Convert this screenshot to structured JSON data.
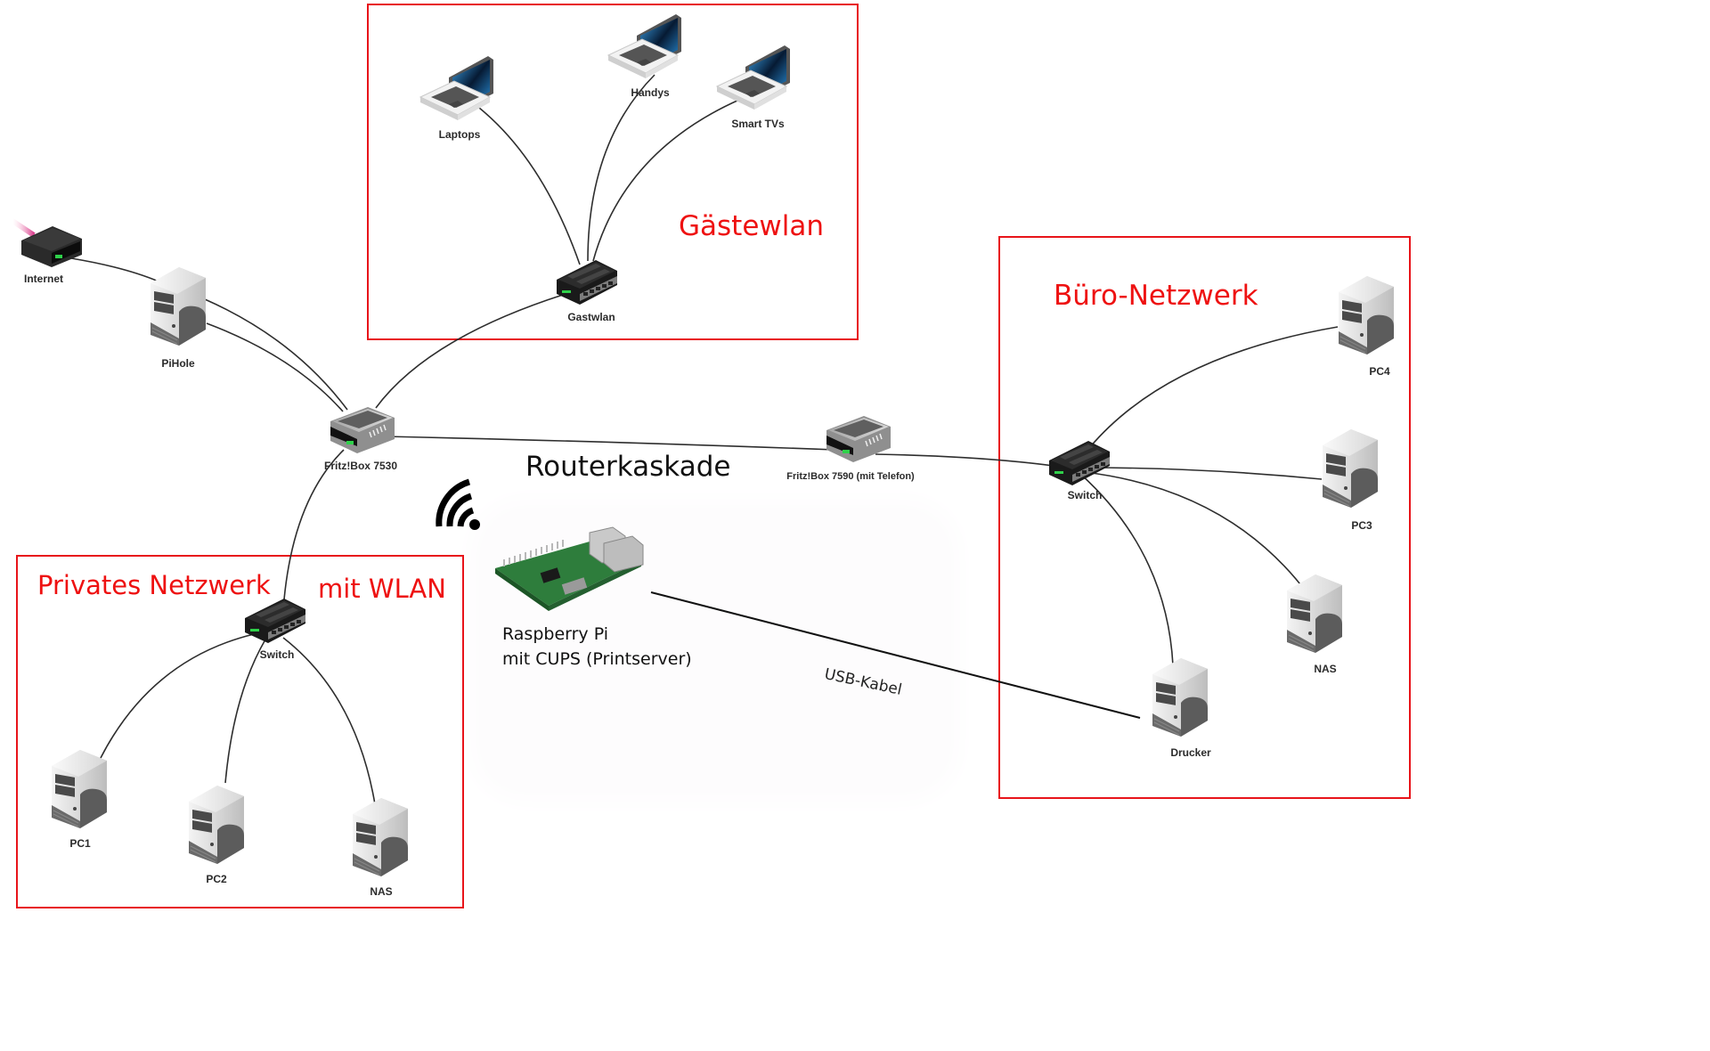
{
  "diagram": {
    "title": "Routerkaskade",
    "groups": [
      {
        "id": "gaestewlan",
        "title": "Gästewlan"
      },
      {
        "id": "buero",
        "title": "Büro-Netzwerk"
      },
      {
        "id": "privat",
        "title": "Privates Netzwerk",
        "subtitle": "mit WLAN"
      }
    ],
    "nodes": {
      "internet": {
        "label": "Internet",
        "icon": "modem-icon"
      },
      "pihole": {
        "label": "PiHole",
        "icon": "server-icon"
      },
      "fritzbox7530": {
        "label": "Fritz!Box 7530",
        "icon": "router-icon"
      },
      "gastwlan": {
        "label": "Gastwlan",
        "icon": "switch-icon"
      },
      "laptops": {
        "label": "Laptops",
        "icon": "laptop-icon"
      },
      "handys": {
        "label": "Handys",
        "icon": "laptop-icon"
      },
      "smarttvs": {
        "label": "Smart TVs",
        "icon": "laptop-icon"
      },
      "fritzbox7590": {
        "label": "Fritz!Box 7590 (mit Telefon)",
        "icon": "router-icon"
      },
      "buero_switch": {
        "label": "Switch",
        "icon": "switch-icon"
      },
      "pc4": {
        "label": "PC4",
        "icon": "server-icon"
      },
      "pc3": {
        "label": "PC3",
        "icon": "server-icon"
      },
      "buero_nas": {
        "label": "NAS",
        "icon": "server-icon"
      },
      "drucker": {
        "label": "Drucker",
        "icon": "server-icon"
      },
      "priv_switch": {
        "label": "Switch",
        "icon": "switch-icon"
      },
      "pc1": {
        "label": "PC1",
        "icon": "server-icon"
      },
      "pc2": {
        "label": "PC2",
        "icon": "server-icon"
      },
      "priv_nas": {
        "label": "NAS",
        "icon": "server-icon"
      }
    },
    "raspberry": {
      "line1": "Raspberry Pi",
      "line2": "mit CUPS (Printserver)",
      "icon": "raspberry-pi-icon"
    },
    "usb_label": "USB-Kabel",
    "wifi_icon": "wifi-icon",
    "edges": [
      [
        "internet",
        "pihole"
      ],
      [
        "pihole",
        "fritzbox7530"
      ],
      [
        "pihole",
        "fritzbox7530"
      ],
      [
        "fritzbox7530",
        "gastwlan"
      ],
      [
        "gastwlan",
        "laptops"
      ],
      [
        "gastwlan",
        "handys"
      ],
      [
        "gastwlan",
        "smarttvs"
      ],
      [
        "fritzbox7530",
        "fritzbox7590"
      ],
      [
        "fritzbox7590",
        "buero_switch"
      ],
      [
        "buero_switch",
        "pc4"
      ],
      [
        "buero_switch",
        "pc3"
      ],
      [
        "buero_switch",
        "buero_nas"
      ],
      [
        "buero_switch",
        "drucker"
      ],
      [
        "fritzbox7530",
        "priv_switch"
      ],
      [
        "priv_switch",
        "pc1"
      ],
      [
        "priv_switch",
        "pc2"
      ],
      [
        "priv_switch",
        "priv_nas"
      ],
      [
        "raspberry",
        "drucker"
      ]
    ],
    "colors": {
      "group_border": "#e8141a",
      "group_title": "#ee1111",
      "edge": "#2e2e2e"
    }
  }
}
